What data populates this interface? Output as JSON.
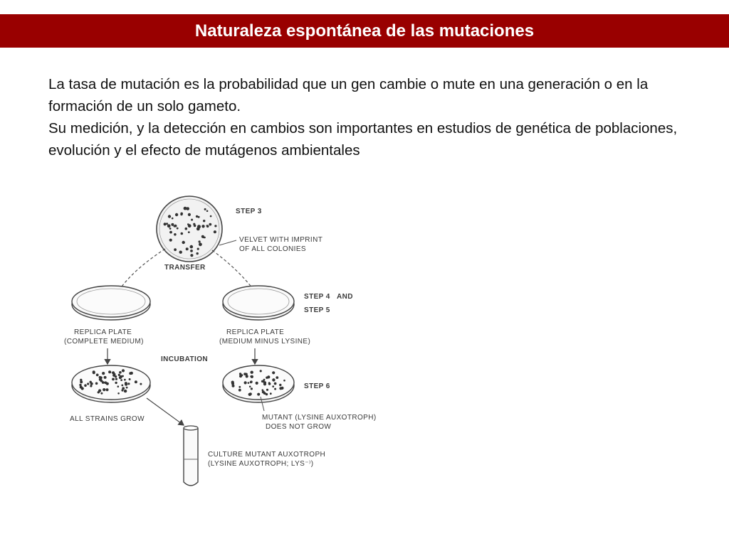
{
  "slide": {
    "title": "Naturaleza espontánea de las mutaciones",
    "paragraphs": [
      "La tasa de mutación es la probabilidad que un gen cambie o mute en una generación o en la formación de un solo gameto.",
      "Su medición, y la detección en cambios son importantes en estudios de genética de poblaciones, evolución y el efecto de mutágenos ambientales"
    ],
    "title_bg_color": "#990000"
  },
  "diagram": {
    "step3": "STEP 3",
    "velvet_line1": "VELVET  WITH  IMPRINT",
    "velvet_line2": "OF ALL  COLONIES",
    "transfer": "TRANSFER",
    "step4": "STEP 4",
    "and": "AND",
    "step5": "STEP 5",
    "replica_left_line1": "REPLICA  PLATE",
    "replica_left_line2": "(COMPLETE  MEDIUM)",
    "replica_right_line1": "REPLICA  PLATE",
    "replica_right_line2": "(MEDIUM  MINUS  LYSINE)",
    "incubation": "INCUBATION",
    "step6": "STEP 6",
    "all_strains": "ALL  STRAINS  GROW",
    "mutant_line1": "MUTANT (LYSINE  AUXOTROPH)",
    "mutant_line2": "DOES  NOT  GROW",
    "culture_line1": "CULTURE  MUTANT  AUXOTROPH",
    "culture_line2": "(LYSINE   AUXOTROPH; LYS⁻⁾)"
  }
}
